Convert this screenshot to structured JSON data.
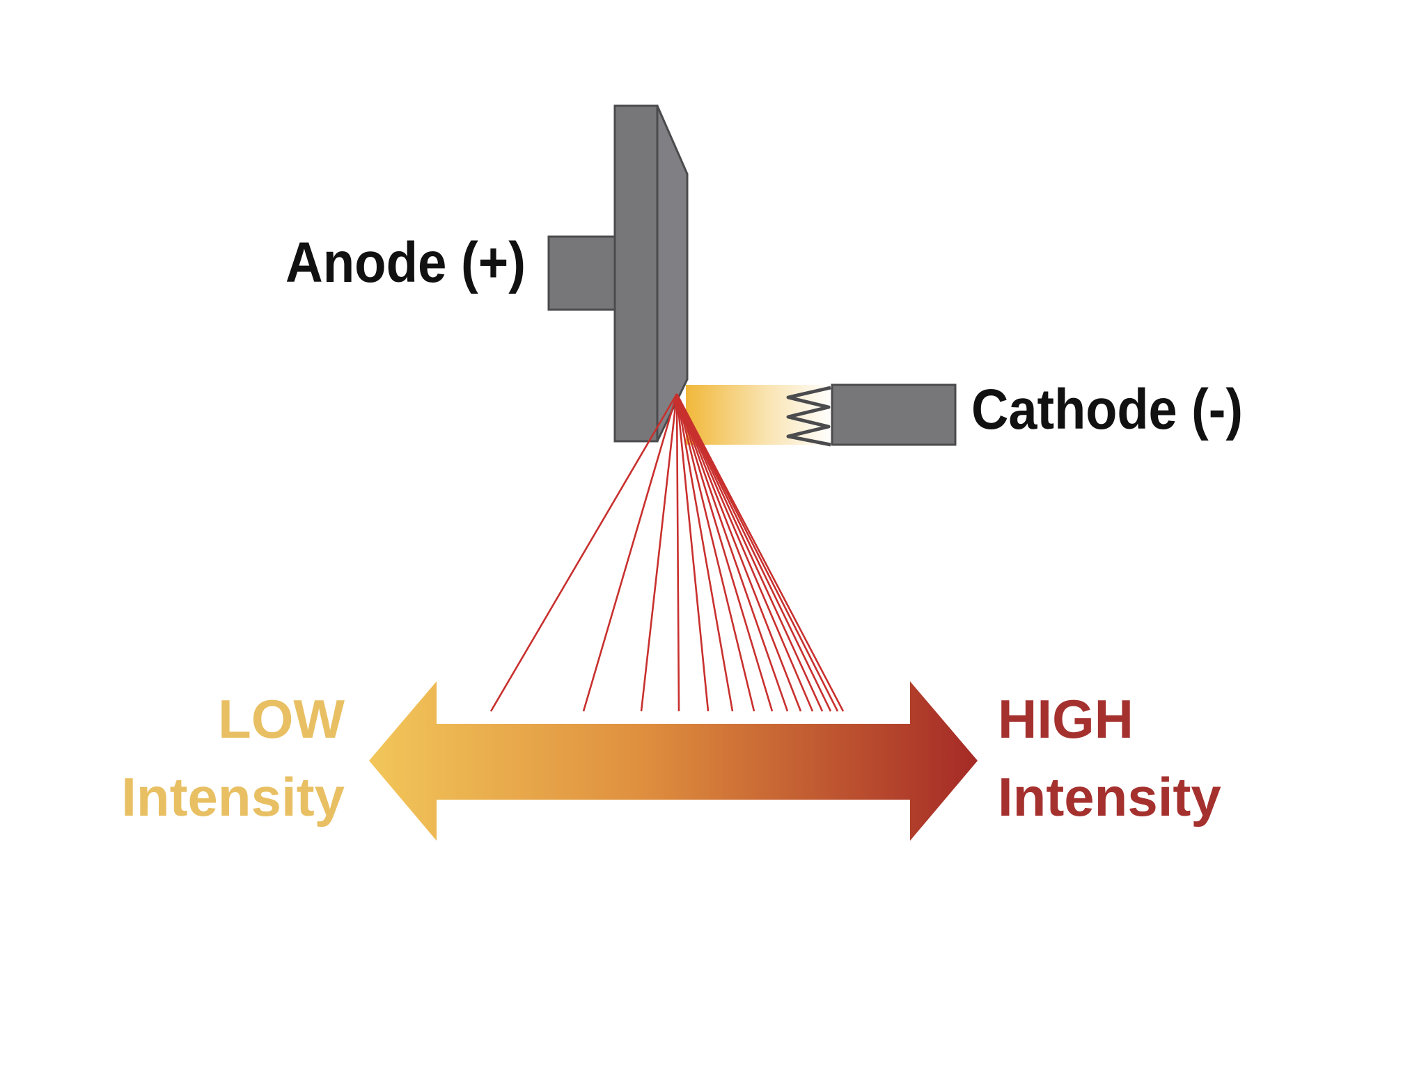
{
  "diagram": {
    "anode_label": "Anode (+)",
    "cathode_label": "Cathode (-)",
    "low_label_line1": "LOW",
    "low_label_line2": "Intensity",
    "high_label_line1": "HIGH",
    "high_label_line2": "Intensity"
  },
  "colors": {
    "tube_gray": "#77777a",
    "tube_outline": "#4b4b4e",
    "beam_yellow": "#f3c65a",
    "ray_red": "#c8302e",
    "low_color": "#e8c063",
    "high_color": "#a5312f",
    "label_black": "#111111"
  }
}
